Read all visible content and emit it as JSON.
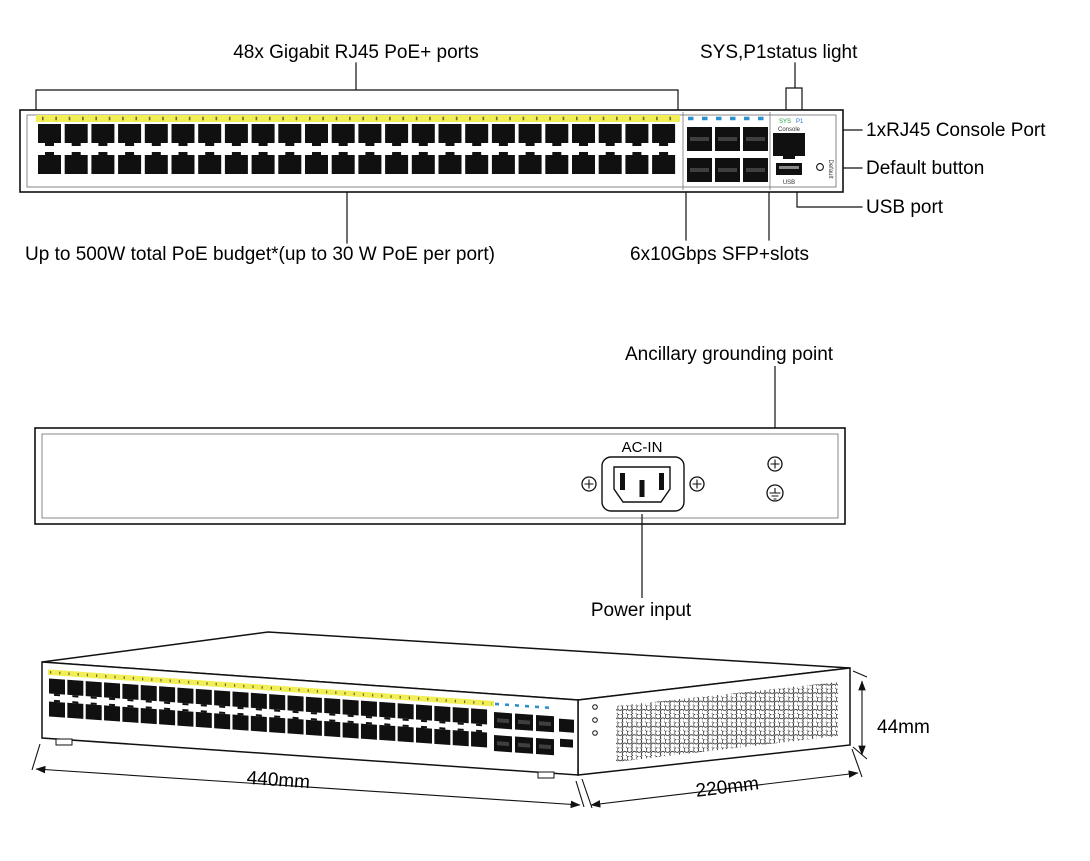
{
  "front_view": {
    "ports_label": "48x Gigabit RJ45 PoE+ ports",
    "status_light_label": "SYS,P1status light",
    "console_port_label": "1xRJ45 Console Port",
    "default_button_label": "Default button",
    "usb_port_label": "USB port",
    "poe_budget_label": "Up to 500W total PoE budget*(up to 30 W PoE per port)",
    "sfp_slots_label": "6x10Gbps SFP+slots",
    "panel": {
      "rj45_port_count": 48,
      "sfp_slot_count": 6,
      "console_text": "Console",
      "usb_text": "USB",
      "default_text": "Default",
      "sys_text": "SYS",
      "p1_text": "P1"
    }
  },
  "rear_view": {
    "grounding_label": "Ancillary grounding point",
    "ac_in_text": "AC-IN",
    "power_input_label": "Power input"
  },
  "isometric_view": {
    "width_label": "440mm",
    "depth_label": "220mm",
    "height_label": "44mm"
  },
  "colors": {
    "line": "#111111",
    "port_fill": "#101010",
    "strip_yellow": "#f2ee55",
    "strip_tick": "#6b6b2a",
    "sfp_mark_blue": "#2b8fd0",
    "sys_green": "#1a9e3f",
    "p1_blue": "#2b6fd4"
  }
}
